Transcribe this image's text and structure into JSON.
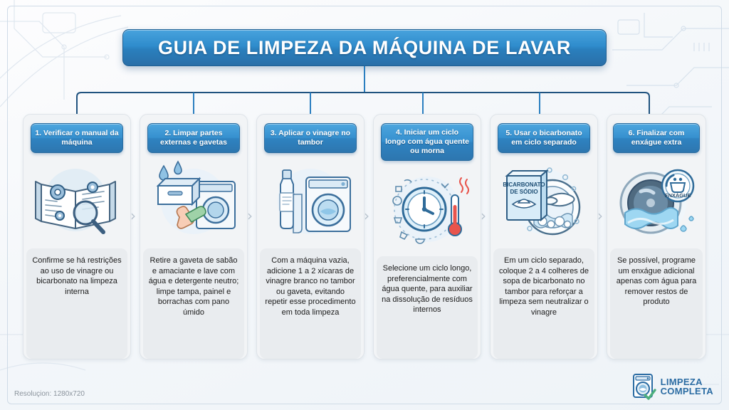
{
  "title": "GUIA DE LIMPEZA DA MÁQUINA DE LAVAR",
  "colors": {
    "header_blue": "#3690cf",
    "title_blue": "#2f8ccc",
    "connector_blue": "#2b7fc0",
    "card_bg": "#f2f4f6",
    "body_bg": "#e9ecef",
    "logo_blue": "#2b6ca3",
    "check_green": "#4caf7d"
  },
  "cards": [
    {
      "header": "1. Verificar o manual da máquina",
      "body": "Confirme se há restrições ao uso de vinagre ou bicarbonato na limpeza interna",
      "icon": "manual-book-magnifier-icon"
    },
    {
      "header": "2. Limpar partes externas e gavetas",
      "body": "Retire a gaveta de sabão e amaciante e lave com água e detergente neutro; limpe tampa, painel e borrachas com pano úmido",
      "icon": "detergent-drawer-cleaning-icon"
    },
    {
      "header": "3. Aplicar o vinagre no tambor",
      "body": "Com a máquina vazia, adicione 1 a 2 xícaras de vinagre branco no tambor ou gaveta, evitando repetir esse procedimento em toda limpeza",
      "icon": "vinegar-bottle-washer-icon"
    },
    {
      "header": "4. Iniciar um ciclo longo com água quente ou morna",
      "body": "Selecione um ciclo longo, preferencialmente com água quente, para auxiliar na dissolução de resíduos internos",
      "icon": "cycle-dial-thermometer-icon"
    },
    {
      "header": "5. Usar o bicarbonato em ciclo separado",
      "body": "Em um ciclo separado, coloque 2 a 4 colheres de sopa de bicarbonato no tambor para reforçar a limpeza sem neutralizar o vinagre",
      "icon": "baking-soda-box-spoon-icon"
    },
    {
      "header": "6. Finalizar com enxágue extra",
      "body": "Se possível, programe um enxágue adicional apenas com água para remover restos de produto",
      "icon": "rinse-drum-water-icon"
    }
  ],
  "illustration_labels": {
    "baking_soda_line1": "BICARBONATO",
    "baking_soda_line2": "DE SÓDIO",
    "rinse_badge": "ENXÁGUE"
  },
  "footer": {
    "resolution": "Resoluçion: 1280x720",
    "logo_line1": "LIMPEZA",
    "logo_line2": "COMPLETA"
  },
  "arrows": {
    "chevron": "›"
  }
}
